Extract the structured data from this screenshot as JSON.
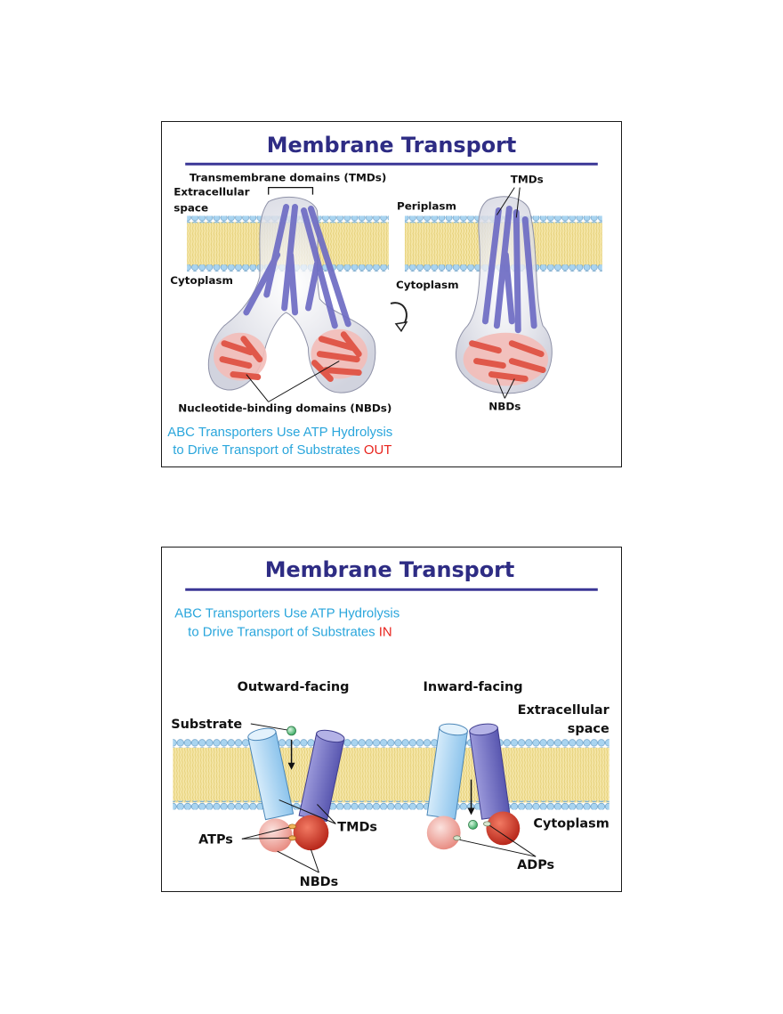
{
  "slide1": {
    "title": "Membrane Transport",
    "labels": {
      "tmds_full": "Transmembrane domains (TMDs)",
      "extracellular_line1": "Extracellular",
      "extracellular_line2": "space",
      "cytoplasm_left": "Cytoplasm",
      "periplasm": "Periplasm",
      "cytoplasm_right": "Cytoplasm",
      "tmds_short": "TMDs",
      "nbds_full": "Nucleotide-binding domains (NBDs)",
      "nbds_short": "NBDs"
    },
    "caption": {
      "line1": "ABC Transporters Use ATP Hydrolysis",
      "line2_prefix": "to Drive Transport of Substrates ",
      "line2_highlight": "OUT"
    }
  },
  "slide2": {
    "title": "Membrane Transport",
    "caption": {
      "line1": "ABC Transporters Use ATP Hydrolysis",
      "line2_prefix": "to Drive Transport of Substrates ",
      "line2_highlight": "IN"
    },
    "labels": {
      "outward": "Outward-facing",
      "inward": "Inward-facing",
      "substrate": "Substrate",
      "extracellular_line1": "Extracellular",
      "extracellular_line2": "space",
      "tmds": "TMDs",
      "atps": "ATPs",
      "nbds": "NBDs",
      "cytoplasm": "Cytoplasm",
      "adps": "ADPs"
    }
  },
  "colors": {
    "title": "#2e2c84",
    "title_rule": "#3a3696",
    "caption_blue": "#2aa6dc",
    "caption_red": "#e8231c",
    "helix": "#6e6cc4",
    "nbd": "#e0584a",
    "cyl_light": "#a9d3f1",
    "cyl_dark": "#7a78c8",
    "membrane_fill": "#f5e6a8",
    "lipid_head": "#a9d4f0"
  }
}
